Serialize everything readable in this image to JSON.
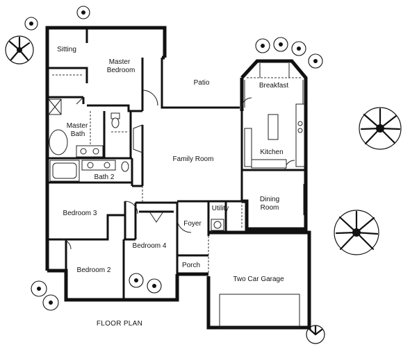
{
  "plan": {
    "caption": "FLOOR PLAN",
    "rooms": {
      "sitting": "Sitting",
      "master_bedroom_1": "Master",
      "master_bedroom_2": "Bedroom",
      "patio": "Patio",
      "breakfast": "Breakfast",
      "master_bath_1": "Master",
      "master_bath_2": "Bath",
      "family_room": "Family Room",
      "kitchen": "Kitchen",
      "bath_2": "Bath 2",
      "bedroom_3": "Bedroom 3",
      "utility": "Utility",
      "dining_room_1": "Dining",
      "dining_room_2": "Room",
      "foyer": "Foyer",
      "bedroom_4": "Bedroom 4",
      "bedroom_2": "Bedroom 2",
      "porch": "Porch",
      "garage": "Two Car Garage"
    }
  }
}
